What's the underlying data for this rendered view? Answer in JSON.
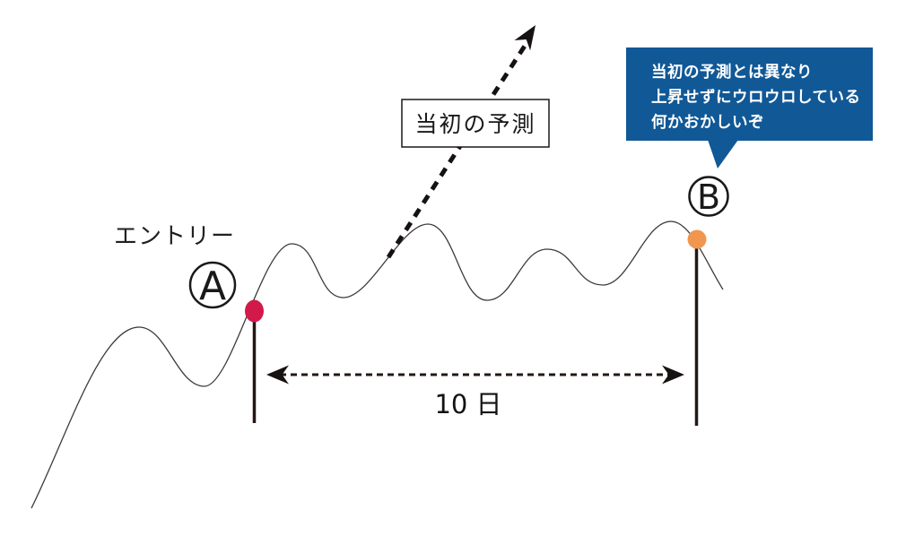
{
  "diagram": {
    "entry_label": "エントリー",
    "point_a_label": "A",
    "point_b_label": "B",
    "prediction_label": "当初の予測",
    "duration_label": "10 日",
    "speech_bubble": {
      "lines": [
        "当初の予測とは異なり",
        "上昇せずにウロウロしている",
        "何かおかしいぞ"
      ]
    },
    "colors": {
      "entry_dot": "#d2194a",
      "exit_dot": "#f0964e",
      "bubble_bg": "#115896",
      "ink": "#231815"
    }
  }
}
